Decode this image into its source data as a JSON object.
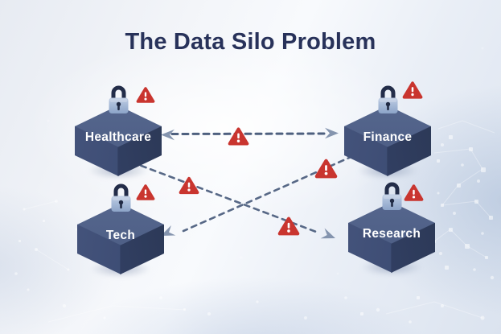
{
  "title": "The Data Silo Problem",
  "silos": [
    {
      "id": "healthcare",
      "label": "Healthcare"
    },
    {
      "id": "finance",
      "label": "Finance"
    },
    {
      "id": "tech",
      "label": "Tech"
    },
    {
      "id": "research",
      "label": "Research"
    }
  ],
  "connections": [
    {
      "from": "Healthcare",
      "to": "Finance",
      "style": "dashed",
      "arrows": "both",
      "warning_count": 1
    },
    {
      "from": "Healthcare",
      "to": "Research",
      "style": "dashed",
      "arrows": "to",
      "warning_count": 2
    },
    {
      "from": "Finance",
      "to": "Tech",
      "style": "dashed",
      "arrows": "to",
      "warning_count": 1
    }
  ],
  "icons": {
    "padlock": "padlock-icon",
    "warning": "warning-triangle-icon",
    "arrowhead": "arrowhead-icon"
  },
  "colors": {
    "title_text": "#28325a",
    "cube_top": "#50618a",
    "cube_left": "#3e4d73",
    "cube_right": "#2f3c5b",
    "cube_label_text": "#ffffff",
    "warning_red": "#c9352f",
    "connector_line": "#4e607f",
    "arrowhead": "#8494ae",
    "lock_body": "#a9bdda",
    "lock_shackle": "#232d49",
    "background_light": "#f6f8fc",
    "background_edge": "#d9e2ef"
  }
}
